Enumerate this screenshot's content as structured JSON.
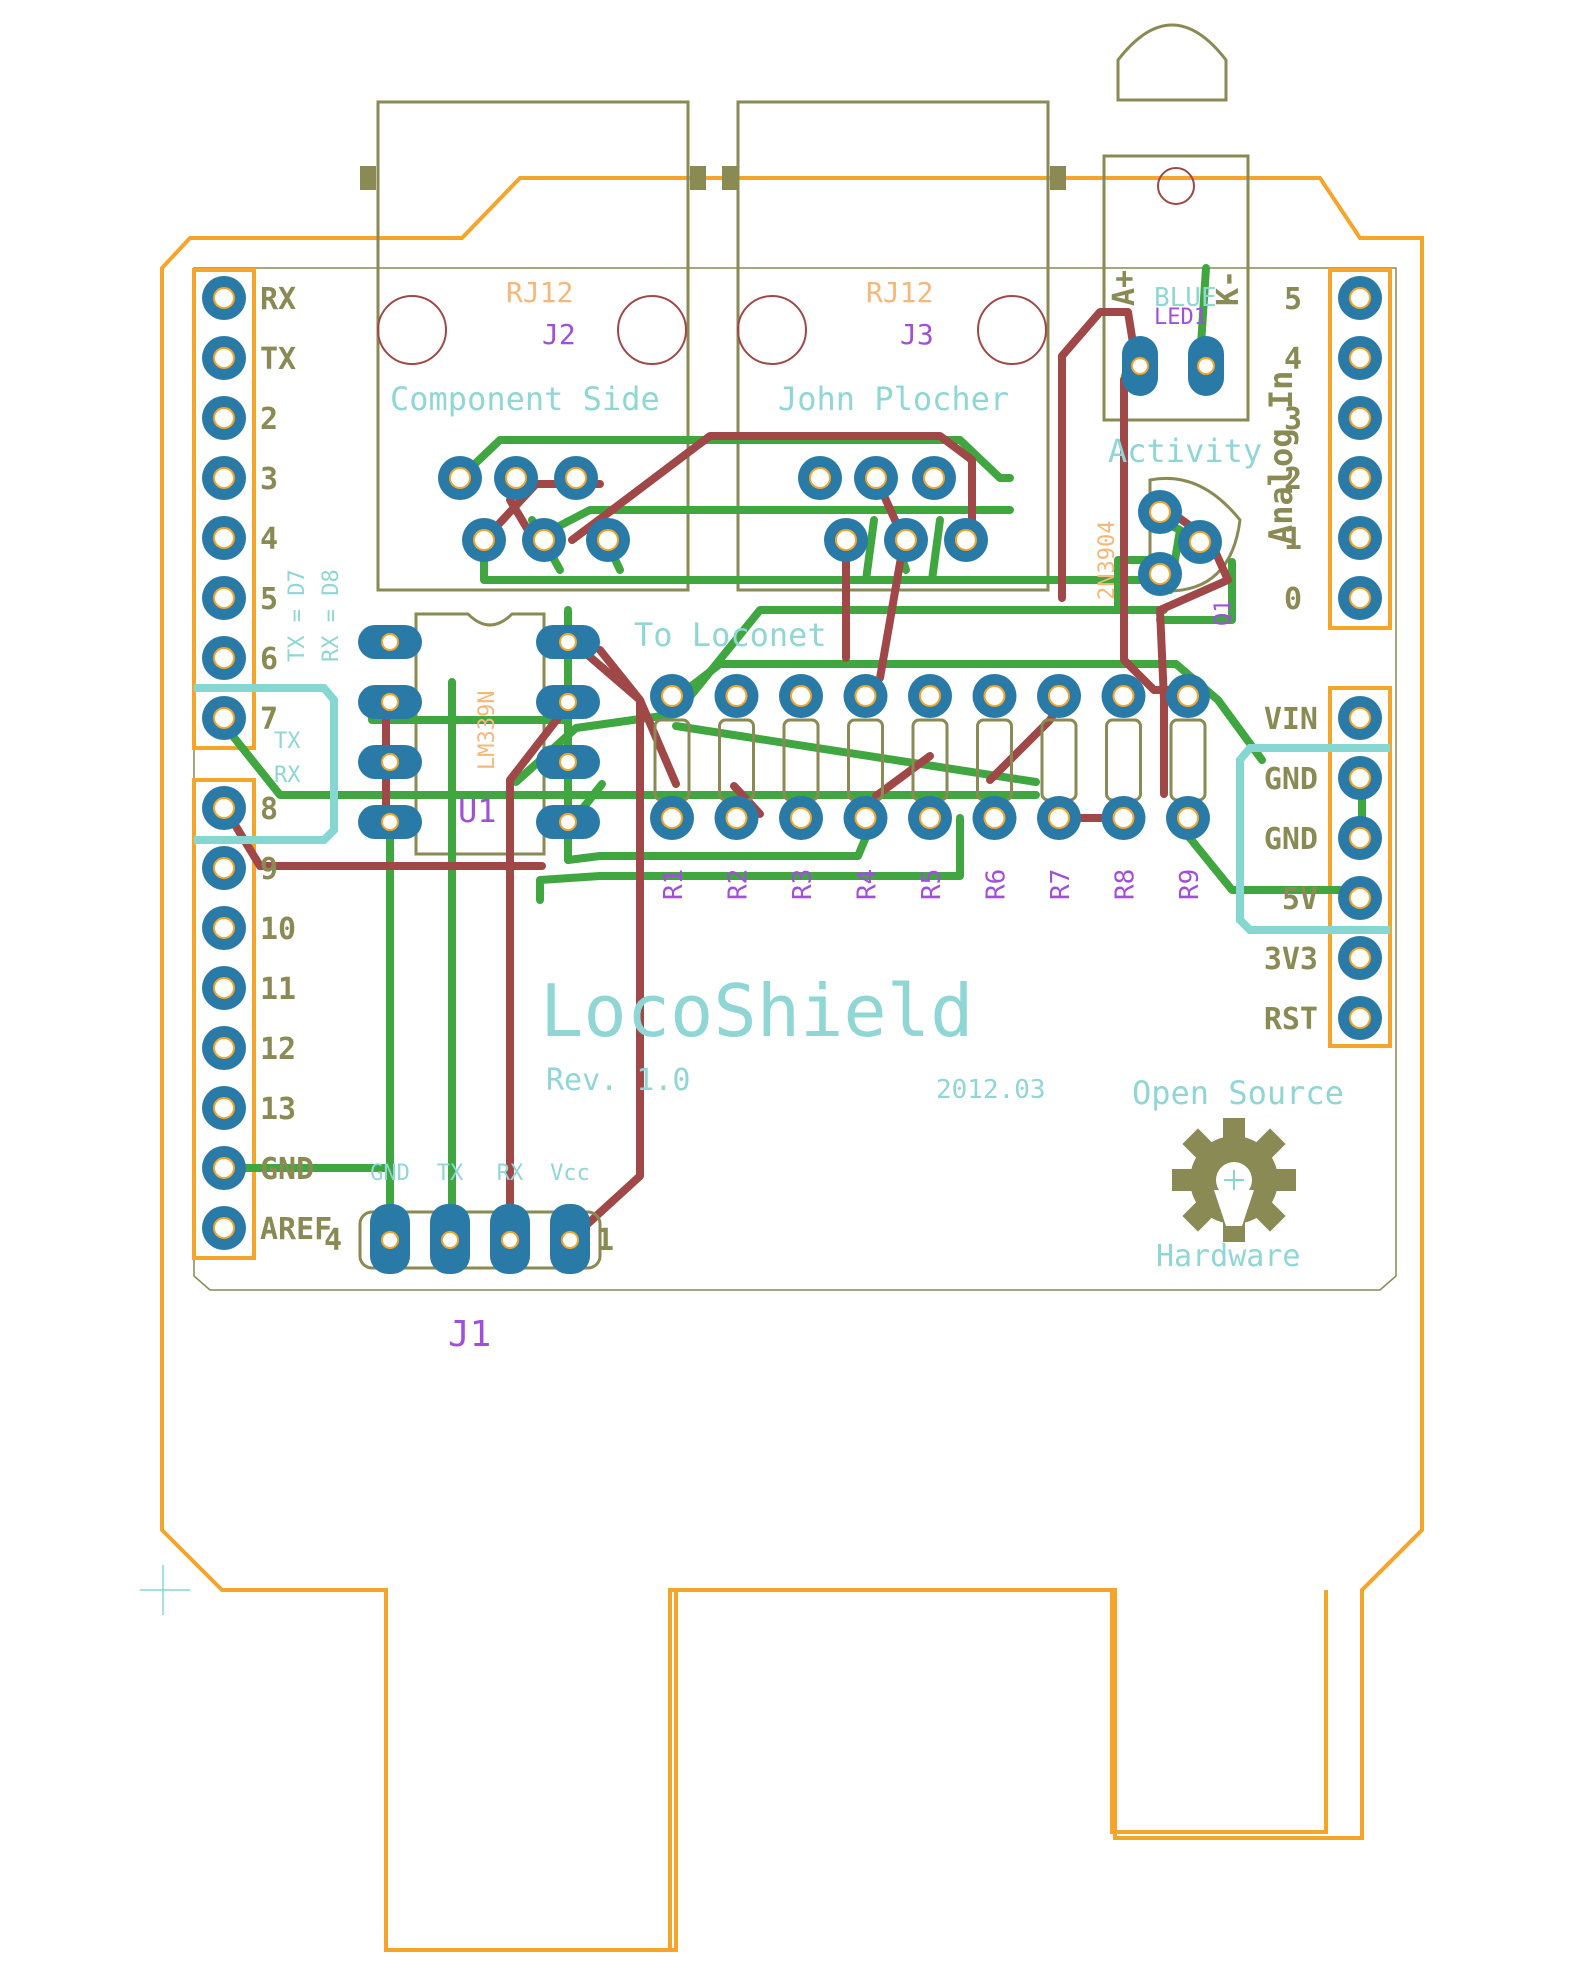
{
  "board": {
    "title": "LocoShield",
    "revision": "Rev. 1.0",
    "date": "2012.03",
    "open_source": "Open Source",
    "hardware": "Hardware",
    "component_side": "Component Side",
    "author": "John Plocher",
    "to_loconet": "To Loconet",
    "activity": "Activity",
    "analog_in": "Analog In",
    "tx_note": "TX = D7",
    "rx_note": "RX = D8"
  },
  "left_header": [
    "RX",
    "TX",
    "2",
    "3",
    "4",
    "5",
    "6",
    "7",
    "8",
    "9",
    "10",
    "11",
    "12",
    "13",
    "GND",
    "AREF"
  ],
  "right_header_analog": [
    "5",
    "4",
    "3",
    "2",
    "1",
    "0"
  ],
  "right_header_power": [
    "VIN",
    "GND",
    "GND",
    "5V",
    "3V3",
    "RST"
  ],
  "connectors": {
    "j2": {
      "name": "J2",
      "value": "RJ12"
    },
    "j3": {
      "name": "J3",
      "value": "RJ12"
    },
    "j1": {
      "name": "J1",
      "pins": [
        "GND",
        "TX",
        "RX",
        "Vcc"
      ],
      "num_left": "4",
      "num_right": "1"
    }
  },
  "u1": {
    "name": "U1",
    "value": "LM339N"
  },
  "q1": {
    "name": "Q1",
    "value": "2N3904"
  },
  "led1": {
    "name": "LED1",
    "value": "BLUE",
    "anode": "A+",
    "cathode": "K-"
  },
  "resistors": [
    "R1",
    "R2",
    "R3",
    "R4",
    "R5",
    "R6",
    "R7",
    "R8",
    "R9"
  ],
  "jumper_labels": {
    "tx": "TX",
    "rx": "RX"
  },
  "colors": {
    "outline": "#f5a52a",
    "top_copper": "#a04848",
    "bottom_copper": "#3fa640",
    "pads": "#2a7aa8",
    "silkscreen": "#8fd6d4",
    "component_outline": "#8a8a55",
    "names": "#a050d8"
  }
}
